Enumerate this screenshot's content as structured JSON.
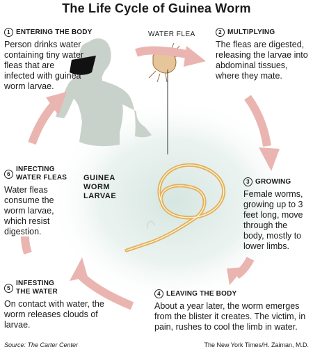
{
  "title": "The Life Cycle of Guinea Worm",
  "steps": [
    {
      "number": "1",
      "heading": "ENTERING THE BODY",
      "text": "Person drinks water containing tiny water fleas that are infected with guinea worm larvae."
    },
    {
      "number": "2",
      "heading": "MULTIPLYING",
      "text": "The fleas are digested, releasing the larvae into abdominal tissues, where they mate."
    },
    {
      "number": "3",
      "heading": "GROWING",
      "text": "Female worms, growing up to 3 feet long, move through the body, mostly to lower limbs."
    },
    {
      "number": "4",
      "heading": "LEAVING THE BODY",
      "text": "About a year later, the worm emerges from the blister it creates. The victim, in pain, rushes to cool the limb in water."
    },
    {
      "number": "5",
      "heading": "INFESTING THE WATER",
      "text": "On contact with water, the worm releases clouds of larvae."
    },
    {
      "number": "6",
      "heading": "INFECTING WATER FLEAS",
      "text": "Water fleas consume the worm larvae, which resist digestion."
    }
  ],
  "labels": {
    "water_flea": "WATER FLEA",
    "larvae": "GUINEA WORM LARVAE"
  },
  "footer": {
    "source": "Source: The Carter Center",
    "credit": "The New York Times/H. Zaiman, M.D."
  },
  "colors": {
    "arrow": "#eab5b0",
    "figure": "#c9d1cb",
    "worm": "#e2b05c",
    "glow": "#dbe8e4"
  }
}
